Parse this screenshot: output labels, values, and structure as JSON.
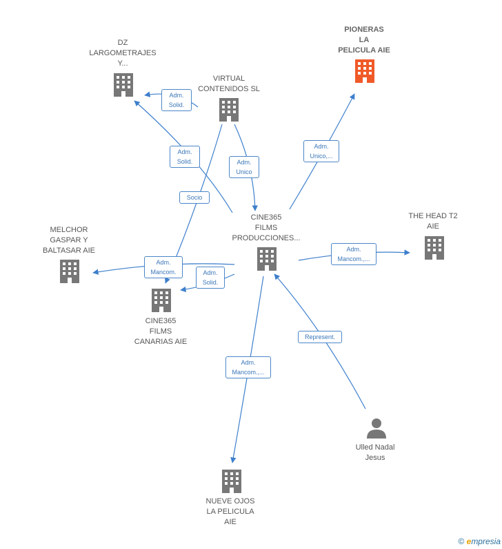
{
  "colors": {
    "edge": "#3d7fcc",
    "building": "#777777",
    "building_focus": "#f05a28",
    "person": "#777777"
  },
  "nodes": {
    "dz": {
      "label": "DZ\nLARGOMETRAJES\nY...",
      "icon": "building-icon"
    },
    "virtual": {
      "label": "VIRTUAL\nCONTENIDOS SL",
      "icon": "building-icon"
    },
    "pioneras": {
      "label": "PIONERAS\nLA\nPELICULA  AIE",
      "icon": "building-icon"
    },
    "melchor": {
      "label": "MELCHOR\nGASPAR Y\nBALTASAR AIE",
      "icon": "building-icon"
    },
    "cine365": {
      "label": "CINE365\nFILMS\nPRODUCCIONES...",
      "icon": "building-icon"
    },
    "thehead": {
      "label": "THE HEAD T2\nAIE",
      "icon": "building-icon"
    },
    "canarias": {
      "label": "CINE365\nFILMS\nCANARIAS  AIE",
      "icon": "building-icon"
    },
    "ulled": {
      "label": "Ulled Nadal\nJesus",
      "icon": "person-icon"
    },
    "nuevo": {
      "label": "NUEVE OJOS\nLA PELICULA\nAIE",
      "icon": "building-icon"
    }
  },
  "edges": {
    "virtual_dz": "Adm.\nSolid.",
    "cine_dz": "Adm.\nSolid.",
    "virtual_cine": "Adm.\nUnico",
    "virtual_canarias": "Socio",
    "cine_pioneras": "Adm.\nUnico,...",
    "cine_thehead": "Adm.\nMancom.,...",
    "cine_melchor": "Adm.\nMancom.",
    "cine_canarias": "Adm.\nSolid.",
    "ulled_cine": "Represent.",
    "cine_nuevo": "Adm.\nMancom.,..."
  },
  "brand": {
    "copyright": "©",
    "e": "e",
    "rest": "mpresia"
  }
}
